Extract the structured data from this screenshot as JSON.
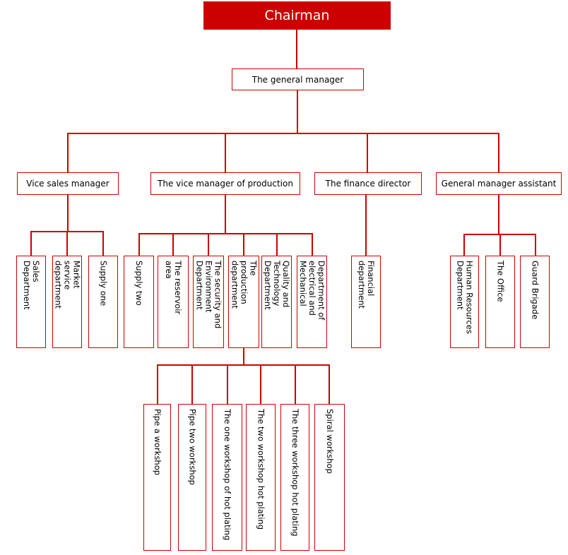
{
  "colors": {
    "line_red": "#cc0000",
    "chairman_bg": "#cc0000",
    "chairman_text": "#ffffff",
    "box_bg": "#ffffff",
    "box_text": "#000000",
    "page_bg": "#ffffff"
  },
  "org": {
    "root": "Chairman",
    "general_manager": "The general manager",
    "managers": [
      "Vice sales manager",
      "The vice manager of production",
      "The finance director",
      "General manager assistant"
    ],
    "sales_departments": [
      "Sales\nDepartment",
      "Market\nservice\ndepartment",
      "Supply one"
    ],
    "production_departments": [
      "Supply two",
      "The reservoir\narea",
      "The security and\nEnvironment\nDepartment",
      "The\nproduction\ndepartment",
      "Quality and\nTechnology\nDepartment",
      "Department of\nelectrical and\nMechanical"
    ],
    "finance_departments": [
      "Financial\ndepartment"
    ],
    "assistant_departments": [
      "Human Resources\nDepartment",
      "The Office",
      "Guard Brigade"
    ],
    "workshops": [
      "Pipe a workshop",
      "Pipe two workshop",
      "The one workshop of hot plating",
      "The two workshop hot plating",
      "The three workshop hot plating",
      "Spiral workshop"
    ]
  }
}
